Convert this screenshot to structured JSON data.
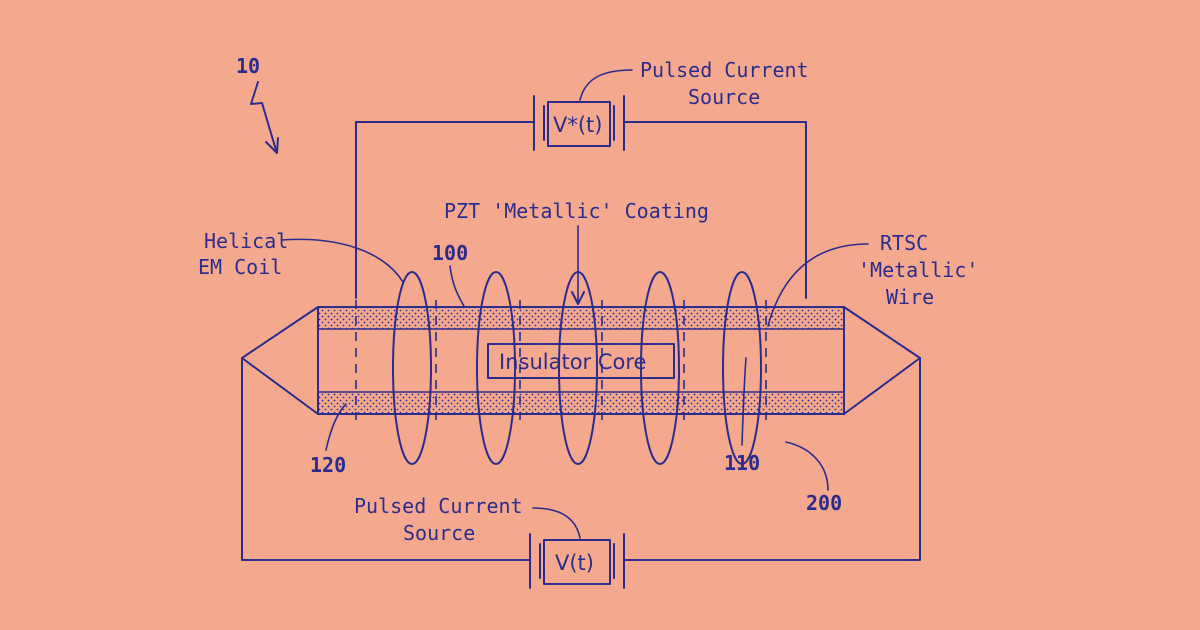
{
  "figure": {
    "reference_number": "10",
    "coating_numeral": "100",
    "core_numeral": "110",
    "end_numeral": "120",
    "coil_numeral": "200"
  },
  "labels": {
    "top_source_line1": "Pulsed Current",
    "top_source_line2": "Source",
    "top_source_value": "V*(t)",
    "coating": "PZT 'Metallic' Coating",
    "coil_line1": "Helical",
    "coil_line2": "EM Coil",
    "wire_line1": "RTSC",
    "wire_line2": "'Metallic'",
    "wire_line3": "Wire",
    "core": "Insulator Core",
    "bottom_source_line1": "Pulsed Current",
    "bottom_source_line2": "Source",
    "bottom_source_value": "V(t)"
  },
  "colors": {
    "background": "#f4a98e",
    "ink": "#2c2c8c",
    "coating_fill": "#e8a58f"
  }
}
